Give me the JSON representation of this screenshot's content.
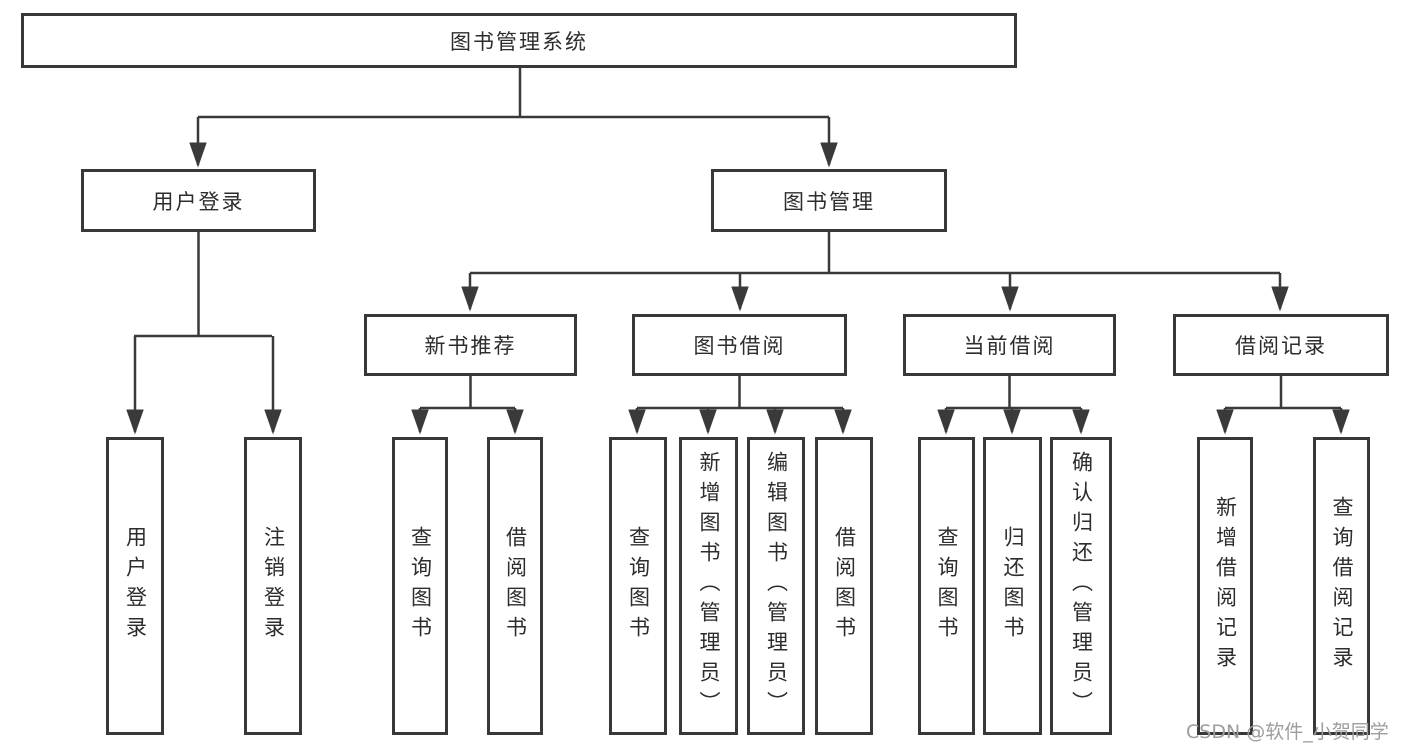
{
  "tree": {
    "label": "图书管理系统",
    "children": [
      {
        "label": "用户登录",
        "children": [
          {
            "label": "用户登录"
          },
          {
            "label": "注销登录"
          }
        ]
      },
      {
        "label": "图书管理",
        "children": [
          {
            "label": "新书推荐",
            "children": [
              {
                "label": "查询图书"
              },
              {
                "label": "借阅图书"
              }
            ]
          },
          {
            "label": "图书借阅",
            "children": [
              {
                "label": "查询图书"
              },
              {
                "label": "新增图书（管理员）"
              },
              {
                "label": "编辑图书（管理员）"
              },
              {
                "label": "借阅图书"
              }
            ]
          },
          {
            "label": "当前借阅",
            "children": [
              {
                "label": "查询图书"
              },
              {
                "label": "归还图书"
              },
              {
                "label": "确认归还（管理员）"
              }
            ]
          },
          {
            "label": "借阅记录",
            "children": [
              {
                "label": "新增借阅记录"
              },
              {
                "label": "查询借阅记录"
              }
            ]
          }
        ]
      }
    ]
  },
  "watermark": {
    "text": "CSDN @软件_小贺同学"
  },
  "colors": {
    "box_border": "#383838",
    "connector_line": "#3a3a3a",
    "text": "#2d2d2d",
    "background": "#ffffff",
    "watermark": "#9d9d9d"
  }
}
